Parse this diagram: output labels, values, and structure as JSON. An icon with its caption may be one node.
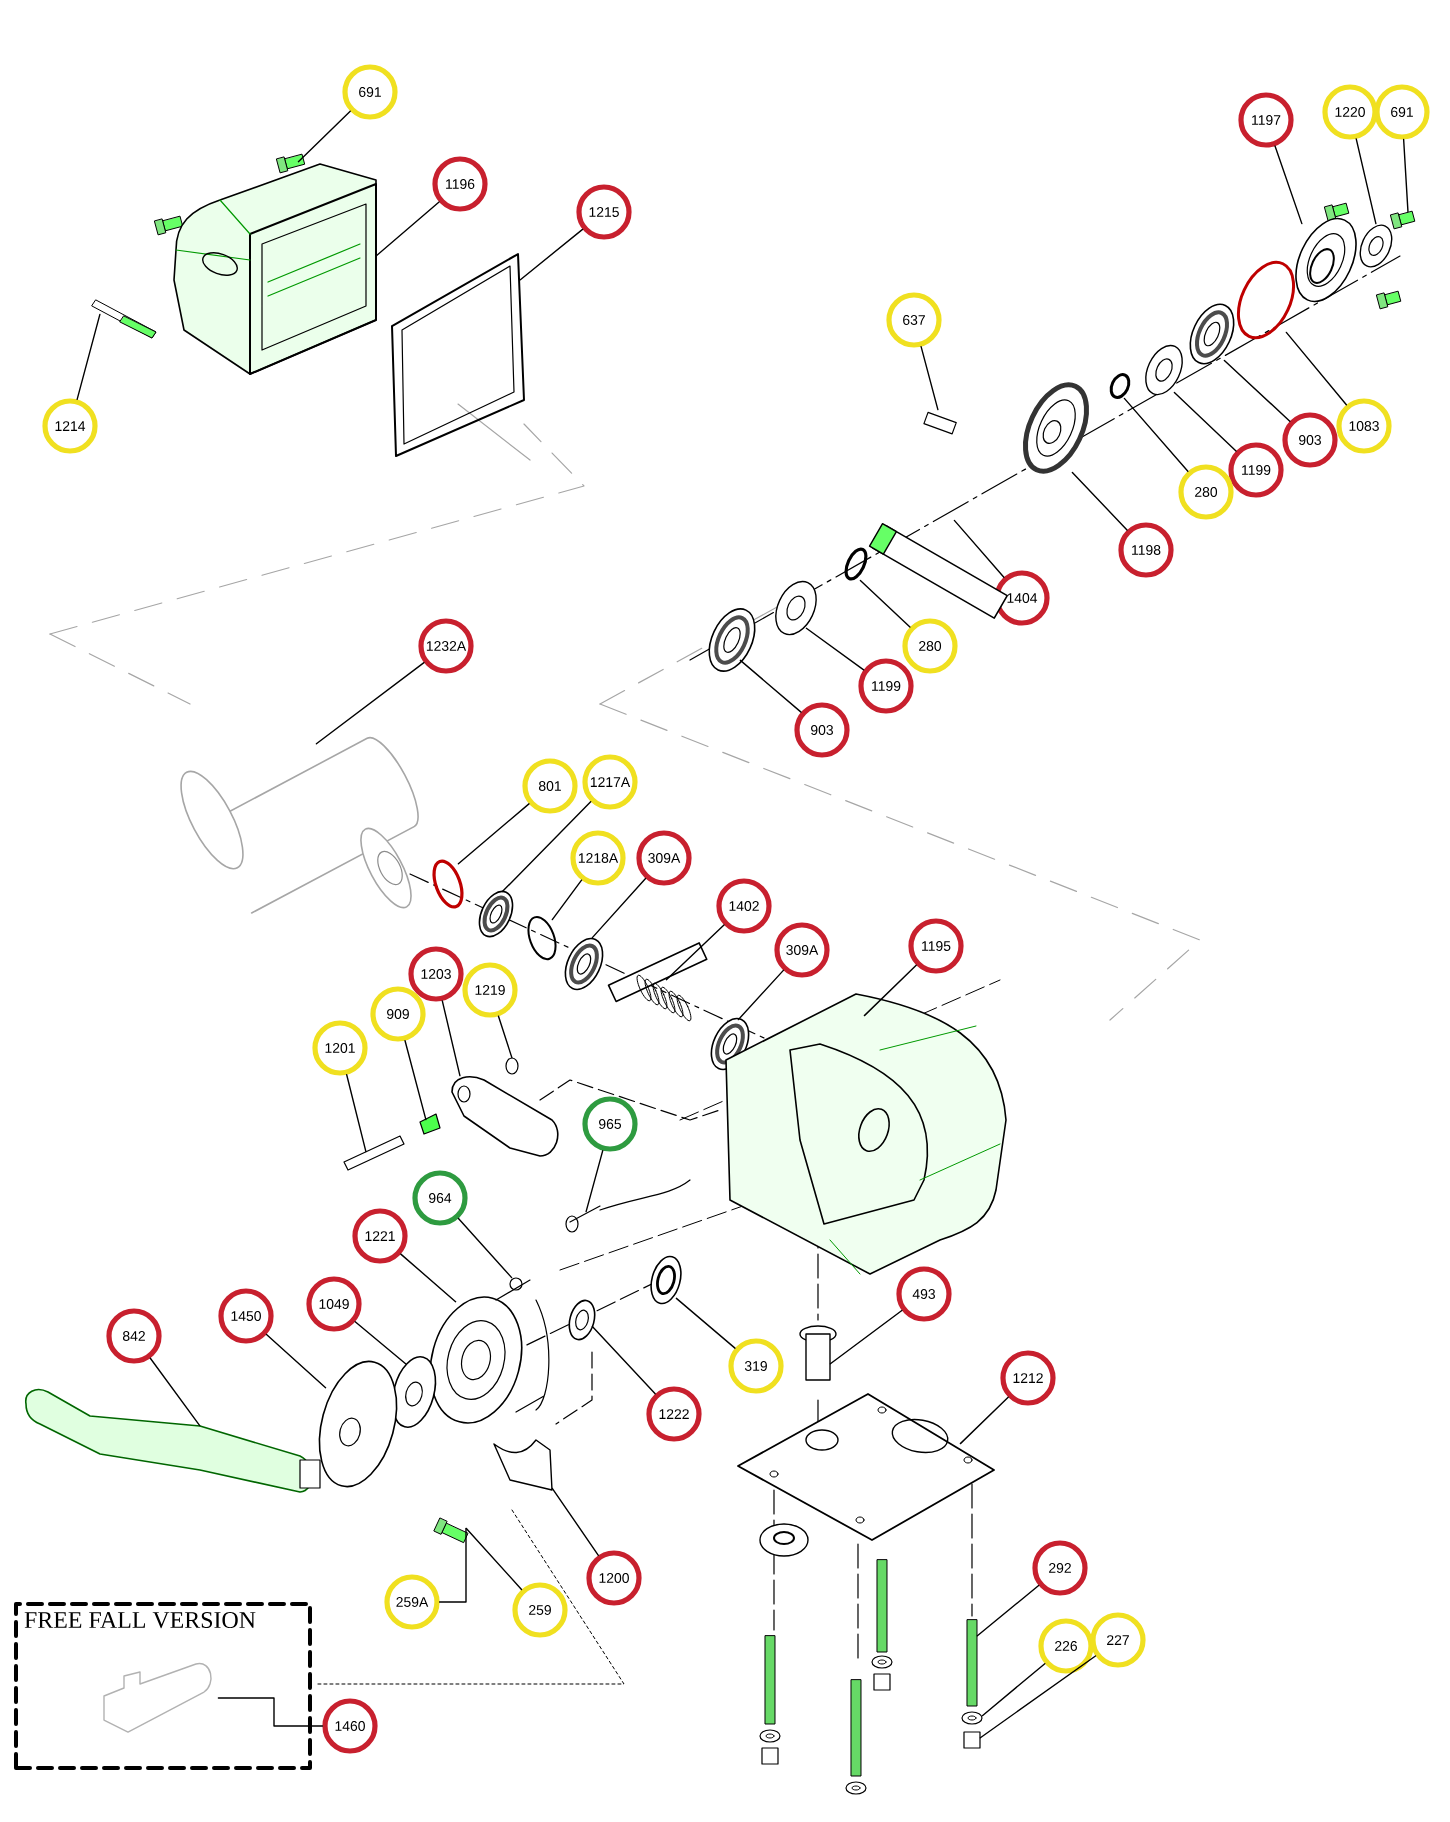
{
  "diagram": {
    "nodes": [
      {
        "text": [
          "691"
        ]
      },
      {
        "text": [
          "1196"
        ]
      },
      {
        "text": [
          "1215"
        ]
      },
      {
        "text": [
          "1214"
        ]
      },
      {
        "text": [
          "1197"
        ]
      },
      {
        "text": [
          "1220"
        ]
      },
      {
        "text": [
          "691"
        ]
      },
      {
        "text": [
          "637"
        ]
      },
      {
        "text": [
          "1083"
        ]
      },
      {
        "text": [
          "903"
        ]
      },
      {
        "text": [
          "1199"
        ]
      },
      {
        "text": [
          "280"
        ]
      },
      {
        "text": [
          "1198"
        ]
      },
      {
        "text": [
          "1404"
        ]
      },
      {
        "text": [
          "280"
        ]
      },
      {
        "text": [
          "1199"
        ]
      },
      {
        "text": [
          "903"
        ]
      },
      {
        "text": [
          "1232A"
        ]
      },
      {
        "text": [
          "801"
        ]
      },
      {
        "text": [
          "1217A"
        ]
      },
      {
        "text": [
          "1218A"
        ]
      },
      {
        "text": [
          "309A"
        ]
      },
      {
        "text": [
          "1402"
        ]
      },
      {
        "text": [
          "309A"
        ]
      },
      {
        "text": [
          "1195"
        ]
      },
      {
        "text": [
          "1203"
        ]
      },
      {
        "text": [
          "909"
        ]
      },
      {
        "text": [
          "1219"
        ]
      },
      {
        "text": [
          "1201"
        ]
      },
      {
        "text": [
          "965"
        ]
      },
      {
        "text": [
          "964"
        ]
      },
      {
        "text": [
          "1221"
        ]
      },
      {
        "text": [
          "1049"
        ]
      },
      {
        "text": [
          "1450"
        ]
      },
      {
        "text": [
          "842"
        ]
      },
      {
        "text": [
          "493"
        ]
      },
      {
        "text": [
          "319"
        ]
      },
      {
        "text": [
          "1222"
        ]
      },
      {
        "text": [
          "1200"
        ]
      },
      {
        "text": [
          "259A"
        ]
      },
      {
        "text": [
          "259"
        ]
      },
      {
        "text": [
          "FREE FALL VERSION"
        ]
      },
      {
        "text": [
          "1460"
        ]
      },
      {
        "text": [
          "1212"
        ]
      },
      {
        "text": [
          "292"
        ]
      },
      {
        "text": [
          "226"
        ]
      },
      {
        "text": [
          "227"
        ]
      },
      {
        "text": [],
        "shape": "picture",
        "in": 41
      },
      {
        "text": [],
        "shape": "box"
      },
      {
        "text": [],
        "shape": "picture"
      },
      {
        "text": [],
        "shape": "picture"
      },
      {
        "text": [],
        "shape": "picture"
      },
      {
        "text": [],
        "shape": "picture"
      },
      {
        "text": [],
        "shape": "picture"
      },
      {
        "text": [],
        "shape": "picture"
      },
      {
        "text": [],
        "shape": "picture"
      },
      {
        "text": [],
        "shape": "picture"
      },
      {
        "text": [],
        "shape": "picture"
      },
      {
        "text": [],
        "shape": "picture"
      },
      {
        "text": [],
        "shape": "picture"
      },
      {
        "text": [],
        "shape": "picture"
      },
      {
        "text": [],
        "shape": "picture"
      },
      {
        "text": [],
        "shape": "picture"
      },
      {
        "text": [],
        "shape": "picture"
      },
      {
        "text": [],
        "shape": "picture"
      },
      {
        "text": [],
        "shape": "picture"
      },
      {
        "text": [],
        "shape": "picture"
      },
      {
        "text": [],
        "shape": "picture"
      },
      {
        "text": [],
        "shape": "picture"
      },
      {
        "text": [],
        "shape": "picture"
      },
      {
        "text": [],
        "shape": "picture"
      },
      {
        "text": [],
        "shape": "picture"
      },
      {
        "text": [],
        "shape": "picture"
      },
      {
        "text": [],
        "shape": "picture"
      },
      {
        "text": [],
        "shape": "picture"
      },
      {
        "text": [],
        "shape": "circle"
      },
      {
        "text": [],
        "shape": "bar"
      },
      {
        "text": [],
        "shape": "picture"
      },
      {
        "text": [],
        "shape": "picture"
      },
      {
        "text": [],
        "shape": "picture"
      },
      {
        "text": [],
        "shape": "picture"
      },
      {
        "text": [],
        "shape": "picture"
      },
      {
        "text": [],
        "shape": "picture"
      },
      {
        "text": [],
        "shape": "cylinder"
      },
      {
        "text": [],
        "shape": "picture"
      },
      {
        "text": [],
        "shape": "picture"
      },
      {
        "text": [],
        "shape": "picture"
      },
      {
        "text": [],
        "shape": "picture"
      },
      {
        "text": [],
        "shape": "picture"
      },
      {
        "text": [],
        "shape": "bar"
      },
      {
        "text": [],
        "shape": "picture"
      },
      {
        "text": [],
        "shape": "box"
      }
    ],
    "edges": [
      {
        "from": 0,
        "to": 48,
        "arrow": "none"
      },
      {
        "from": 1,
        "to": 49,
        "arrow": "none"
      },
      {
        "from": 2,
        "to": 50,
        "arrow": "none"
      },
      {
        "from": 3,
        "to": 51,
        "arrow": "none"
      },
      {
        "from": 4,
        "to": 52,
        "arrow": "none"
      },
      {
        "from": 5,
        "to": 53,
        "arrow": "none"
      },
      {
        "from": 6,
        "to": 54,
        "arrow": "none"
      },
      {
        "from": 7,
        "to": 55,
        "arrow": "none"
      },
      {
        "from": 8,
        "to": 56,
        "arrow": "none"
      },
      {
        "from": 9,
        "to": 57,
        "arrow": "none"
      },
      {
        "from": 10,
        "to": 58,
        "arrow": "none"
      },
      {
        "from": 11,
        "to": 59,
        "arrow": "none"
      },
      {
        "from": 12,
        "to": 60,
        "arrow": "none"
      },
      {
        "from": 13,
        "to": 61,
        "arrow": "none"
      },
      {
        "from": 14,
        "to": 62,
        "arrow": "none"
      },
      {
        "from": 15,
        "to": 63,
        "arrow": "none"
      },
      {
        "from": 16,
        "to": 64,
        "arrow": "none"
      },
      {
        "from": 17,
        "to": 65,
        "arrow": "none"
      },
      {
        "from": 18,
        "to": 66,
        "arrow": "none"
      },
      {
        "from": 19,
        "to": 67,
        "arrow": "none"
      },
      {
        "from": 20,
        "to": 68,
        "arrow": "none"
      },
      {
        "from": 21,
        "to": 69,
        "arrow": "none"
      },
      {
        "from": 22,
        "to": 70,
        "arrow": "none"
      },
      {
        "from": 23,
        "to": 71,
        "arrow": "none"
      },
      {
        "from": 24,
        "to": 72,
        "arrow": "none"
      },
      {
        "from": 25,
        "to": 73,
        "arrow": "none"
      },
      {
        "from": 26,
        "to": 74,
        "arrow": "none"
      },
      {
        "from": 27,
        "to": 75,
        "arrow": "none"
      },
      {
        "from": 28,
        "to": 76,
        "arrow": "none"
      },
      {
        "from": 29,
        "to": 77,
        "arrow": "none"
      },
      {
        "from": 30,
        "to": 78,
        "arrow": "none"
      },
      {
        "from": 31,
        "to": 79,
        "arrow": "none"
      },
      {
        "from": 32,
        "to": 80,
        "arrow": "none"
      },
      {
        "from": 33,
        "to": 81,
        "arrow": "none"
      },
      {
        "from": 34,
        "to": 82,
        "arrow": "none"
      },
      {
        "from": 35,
        "to": 83,
        "arrow": "none"
      },
      {
        "from": 36,
        "to": 84,
        "arrow": "none"
      },
      {
        "from": 37,
        "to": 85,
        "arrow": "none"
      },
      {
        "from": 38,
        "to": 86,
        "arrow": "none"
      },
      {
        "from": 39,
        "to": 87,
        "arrow": "none"
      },
      {
        "from": 40,
        "to": 87,
        "arrow": "none"
      },
      {
        "from": 42,
        "to": 47,
        "arrow": "none"
      },
      {
        "from": 43,
        "to": 88,
        "arrow": "none"
      },
      {
        "from": 44,
        "to": 89,
        "arrow": "none"
      },
      {
        "from": 45,
        "to": 90,
        "arrow": "none"
      },
      {
        "from": 46,
        "to": 91,
        "arrow": "none"
      }
    ]
  }
}
